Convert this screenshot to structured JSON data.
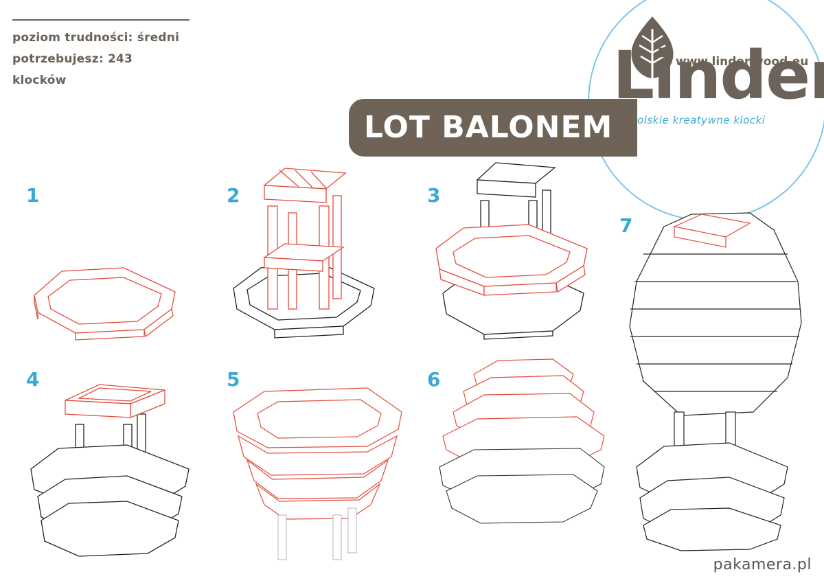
{
  "info": {
    "difficulty": "poziom trudności: średni",
    "blocks_needed": "potrzebujesz: 243 klocków"
  },
  "title": "LOT BALONEM",
  "logo": {
    "brand": "Linden",
    "website": "www.lindenwood.eu",
    "tagline": "polskie kreatywne klocki"
  },
  "steps": [
    "1",
    "2",
    "3",
    "4",
    "5",
    "6",
    "7"
  ],
  "watermark": "pakamera.pl",
  "colors": {
    "brand_brown": "#6e6356",
    "accent_blue": "#3ba9d6",
    "new_blocks_red": "#e24b3b",
    "existing_blocks_black": "#222222"
  }
}
